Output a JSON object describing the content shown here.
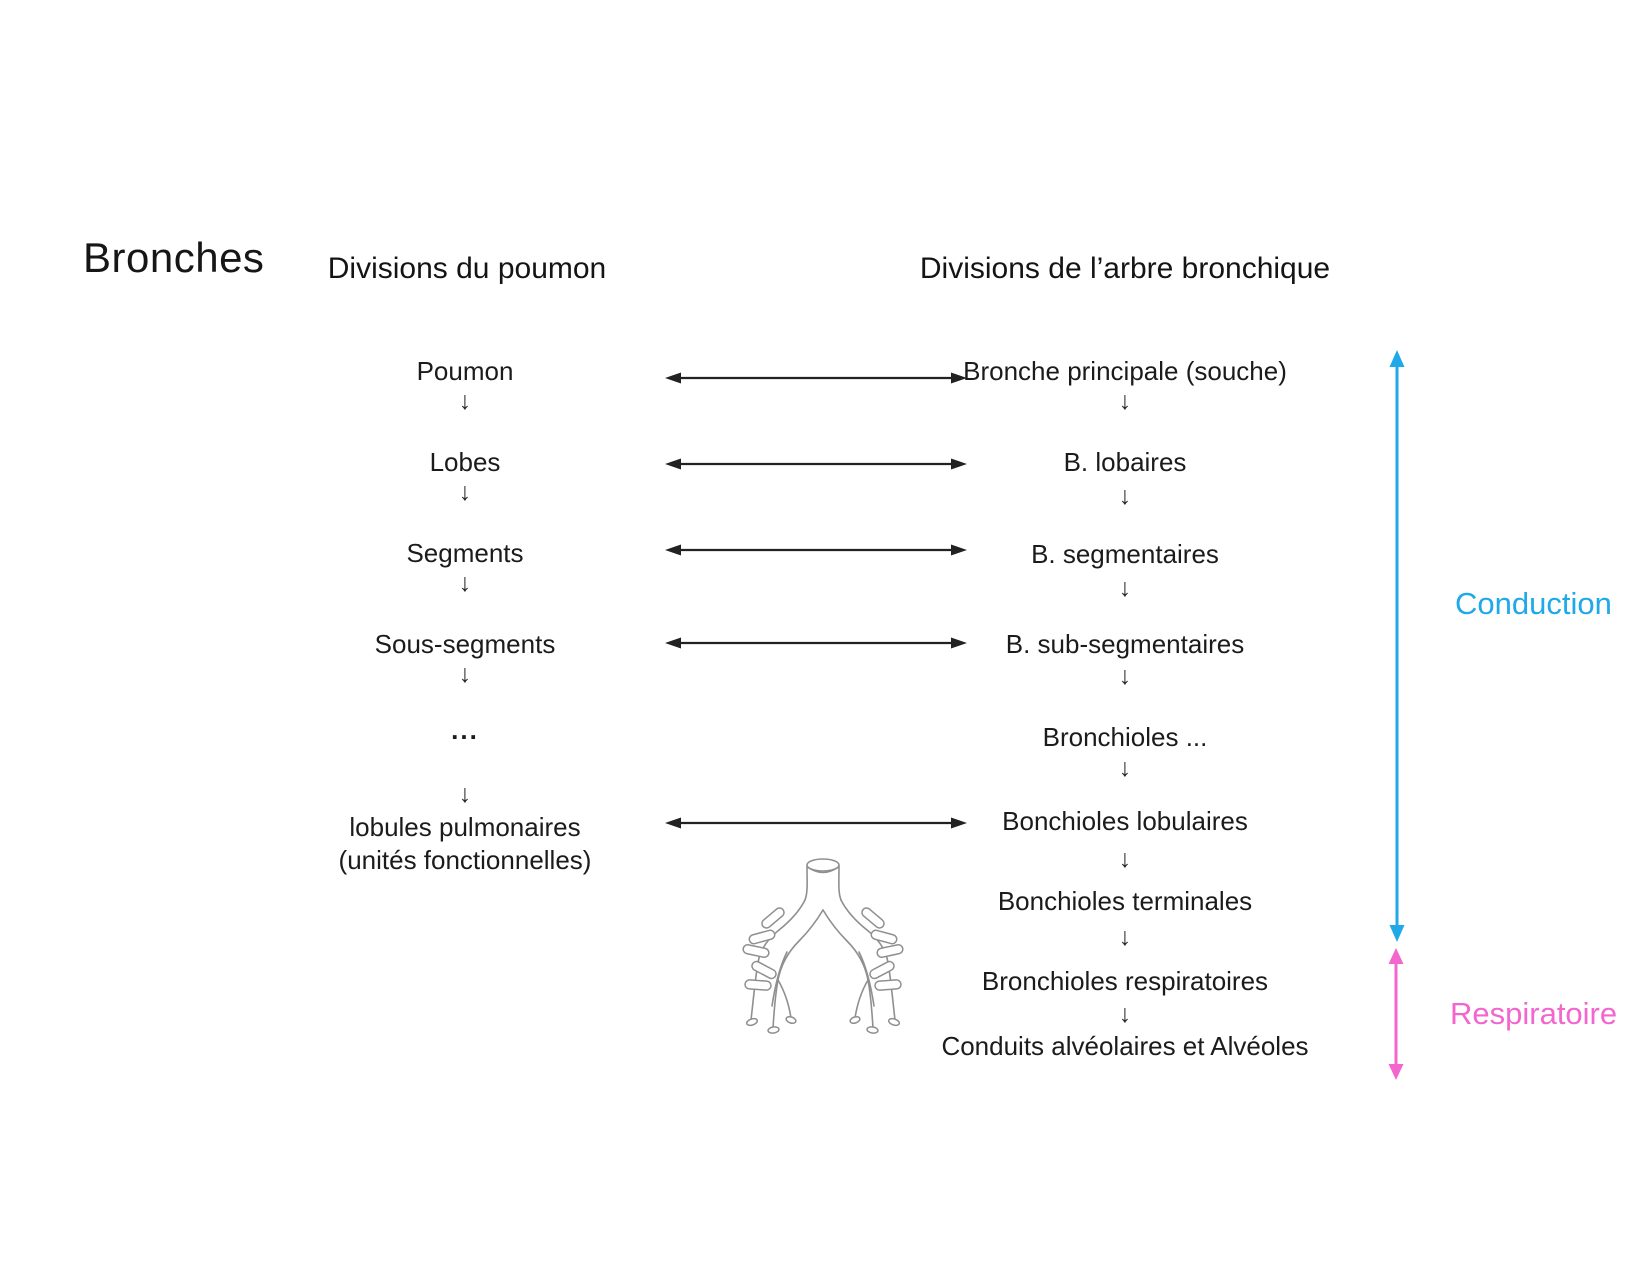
{
  "title": "Bronches",
  "headers": {
    "left": "Divisions du poumon",
    "right": "Divisions de l’arbre bronchique"
  },
  "glyphs": {
    "down_arrow": "↓",
    "ellipsis": "...",
    "double_arrow": "↔"
  },
  "left_column": {
    "items": [
      "Poumon",
      "Lobes",
      "Segments",
      "Sous-segments",
      "...",
      "lobules pulmonaires",
      "(unités fonctionnelles)"
    ]
  },
  "right_column": {
    "items": [
      "Bronche principale (souche)",
      "B. lobaires",
      "B. segmentaires",
      "B. sub-segmentaires",
      "Bronchioles ...",
      "Bonchioles lobulaires",
      "Bonchioles terminales",
      "Bronchioles respiratoires",
      "Conduits alvéolaires et Alvéoles"
    ]
  },
  "connectors": {
    "style": "double-headed-horizontal",
    "color": "#222222",
    "pairs": [
      {
        "left": "Poumon",
        "right": "Bronche principale (souche)"
      },
      {
        "left": "Lobes",
        "right": "B. lobaires"
      },
      {
        "left": "Segments",
        "right": "B. segmentaires"
      },
      {
        "left": "Sous-segments",
        "right": "B. sub-segmentaires"
      },
      {
        "left": "lobules pulmonaires",
        "right": "Bonchioles lobulaires"
      }
    ]
  },
  "side_labels": {
    "conduction": {
      "label": "Conduction",
      "color": "#1fa9e9"
    },
    "respiratoire": {
      "label": "Respiratoire",
      "color": "#f266ce"
    }
  },
  "illustration": {
    "name": "bronchial-tree-sketch"
  }
}
